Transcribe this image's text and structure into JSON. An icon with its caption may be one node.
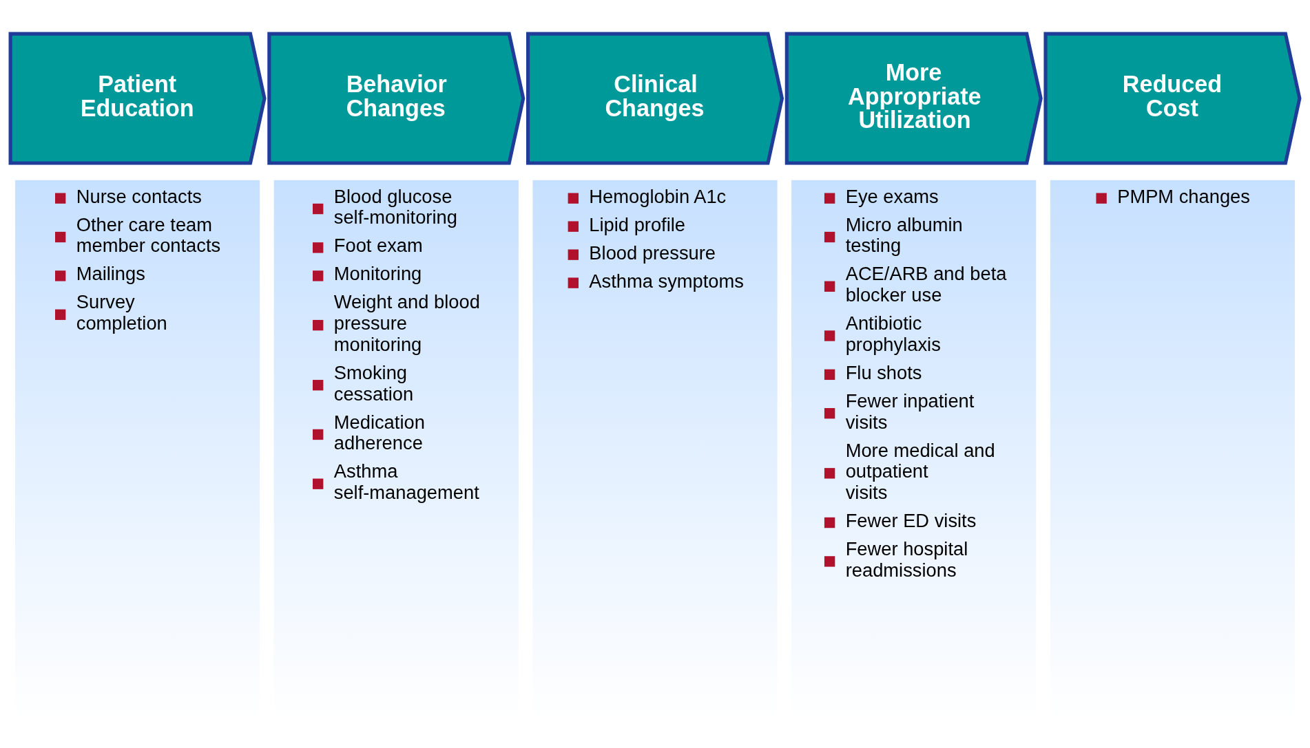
{
  "diagram": {
    "nodes": [
      {
        "text": [
          "Patient Education"
        ]
      },
      {
        "text": [
          "Behavior Changes"
        ]
      },
      {
        "text": [
          "Clinical Changes"
        ]
      },
      {
        "text": [
          "More Appropriate Utilization"
        ]
      },
      {
        "text": [
          "Reduced Cost"
        ]
      },
      {
        "text": [
          "Nurse contacts",
          "Other care team member contacts",
          "Mailings",
          "Survey completion"
        ]
      },
      {
        "text": [
          "Blood glucose self-monitoring",
          "Foot exam",
          "Monitoring",
          "Weight and blood pressure monitoring",
          "Smoking cessation",
          "Medication adherence",
          "Asthma self-management"
        ]
      },
      {
        "text": [
          "Hemoglobin A1c",
          "Lipid profile",
          "Blood pressure",
          "Asthma symptoms"
        ]
      },
      {
        "text": [
          "Eye exams",
          "Micro albumin testing",
          "ACE/ARB and beta blocker use",
          "Antibiotic prophylaxis",
          "Flu shots",
          "Fewer inpatient visits",
          "More medical and outpatient visits",
          "Fewer ED visits",
          "Fewer hospital readmissions"
        ]
      },
      {
        "text": [
          "PMPM changes"
        ]
      }
    ]
  }
}
